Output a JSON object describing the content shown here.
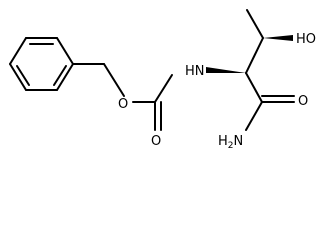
{
  "molecule": {
    "atoms": {
      "nh": "HN",
      "oh": "HO",
      "ester_o": "O",
      "carbonyl_o1": "O",
      "carbonyl_o2": "O",
      "amide_n": "H2N"
    },
    "colors": {
      "bond": "#000000",
      "label": "#000000",
      "background": "#ffffff"
    }
  }
}
